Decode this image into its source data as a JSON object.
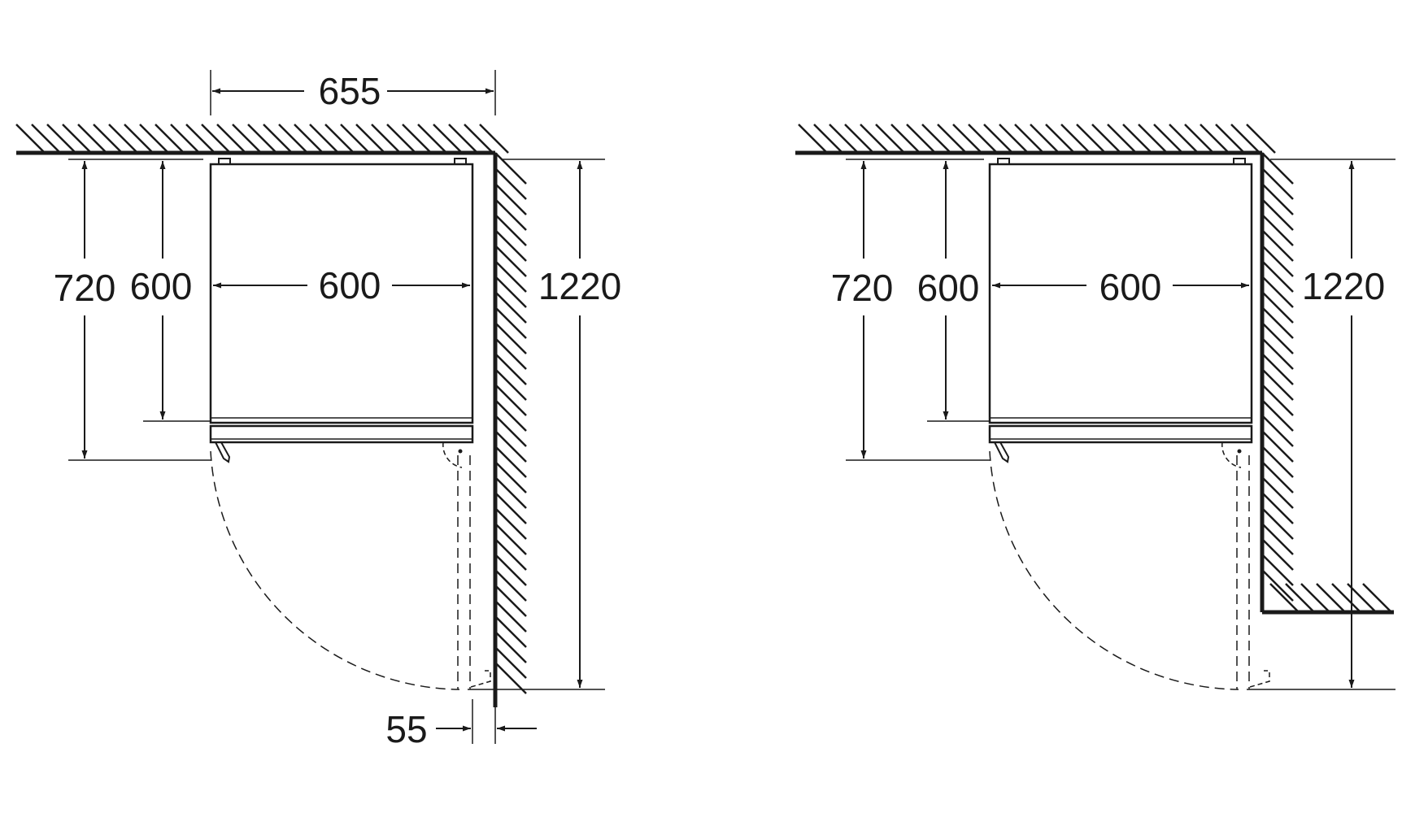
{
  "diagrams": [
    {
      "name": "wall-on-right",
      "dimensions": {
        "width_total": "655",
        "depth_total": "720",
        "depth_cabinet": "600",
        "width_cabinet": "600",
        "door_swing_depth": "1220",
        "wall_gap": "55"
      }
    },
    {
      "name": "wall-recess-right",
      "dimensions": {
        "depth_total": "720",
        "depth_cabinet": "600",
        "width_cabinet": "600",
        "door_swing_depth": "1220"
      }
    }
  ],
  "colors": {
    "line": "#1a1a1a",
    "background": "#ffffff"
  }
}
